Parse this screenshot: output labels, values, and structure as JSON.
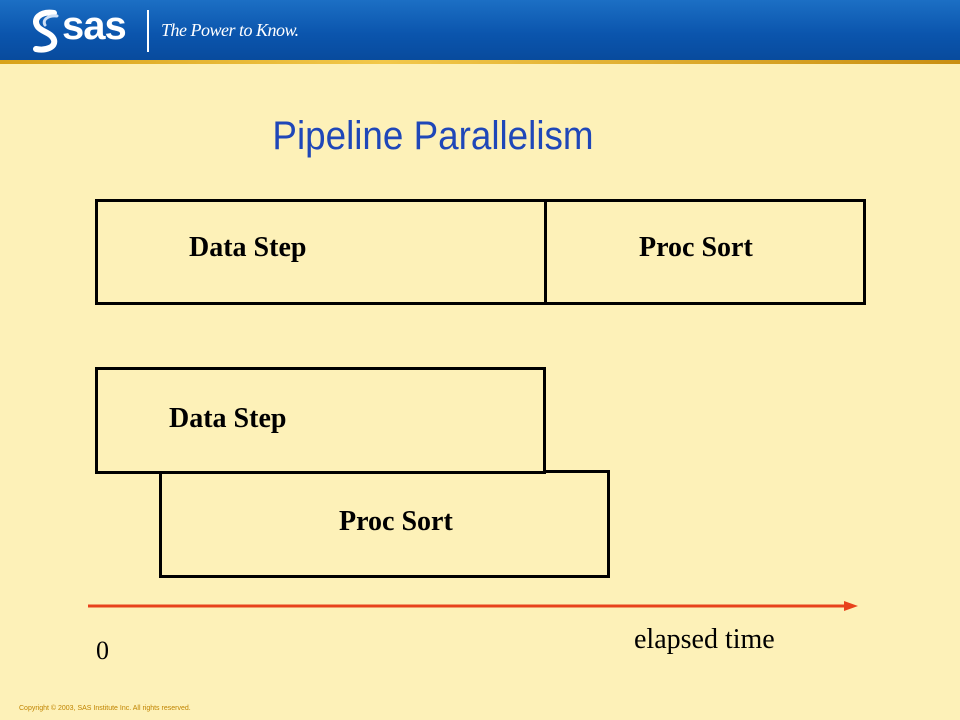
{
  "header": {
    "logo_text": "sas",
    "tagline": "The Power to Know."
  },
  "title": "Pipeline Parallelism",
  "sequential": {
    "first": "Data Step",
    "second": "Proc Sort"
  },
  "pipelined": {
    "first": "Data Step",
    "second": "Proc Sort"
  },
  "axis": {
    "origin_label": "0",
    "label": "elapsed time",
    "color": "#e8421c"
  },
  "footer": {
    "copyright": "Copyright © 2003,  SAS Institute Inc. All rights reserved."
  }
}
